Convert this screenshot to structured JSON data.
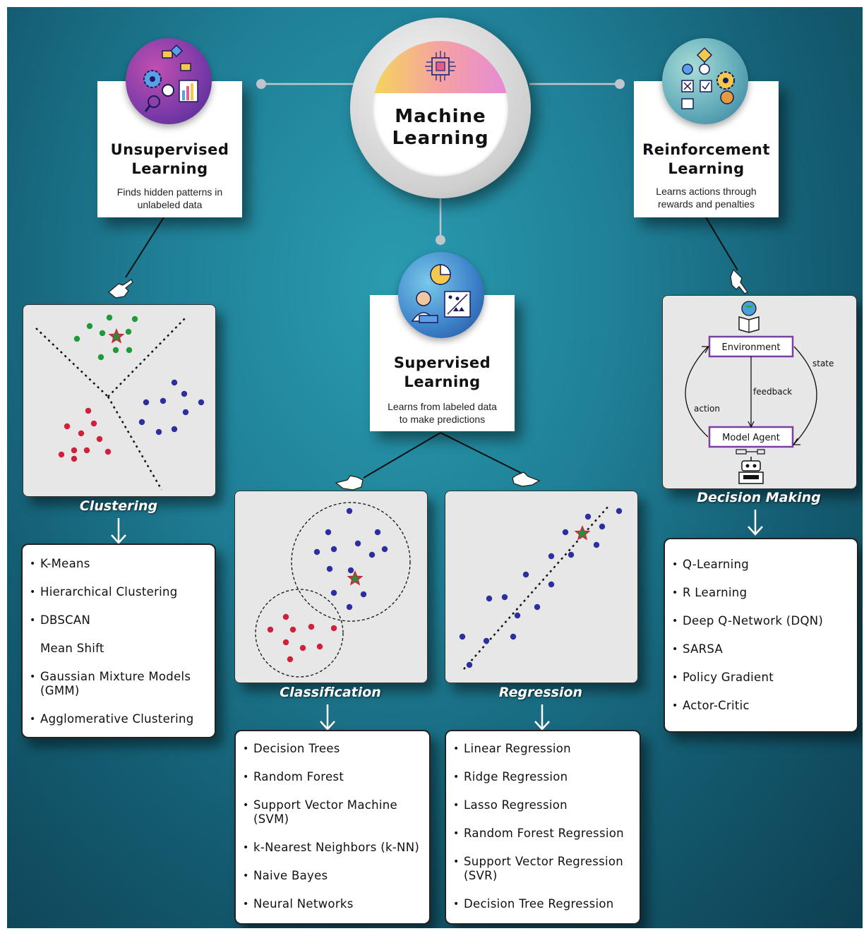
{
  "center": {
    "title_line1": "Machine",
    "title_line2": "Learning"
  },
  "unsupervised": {
    "title_line1": "Unsupervised",
    "title_line2": "Learning",
    "desc_line1": "Finds hidden patterns in",
    "desc_line2": "unlabeled data",
    "caption": "Clustering",
    "items": [
      {
        "text": "K-Means",
        "bullet": "•"
      },
      {
        "text": "Hierarchical Clustering",
        "bullet": "•"
      },
      {
        "text": "DBSCAN",
        "bullet": "•"
      },
      {
        "text": "Mean Shift",
        "bullet": ""
      },
      {
        "text": "Gaussian Mixture Models (GMM)",
        "bullet": "•"
      },
      {
        "text": "Agglomerative Clustering",
        "bullet": "•"
      }
    ]
  },
  "supervised": {
    "title_line1": "Supervised",
    "title_line2": "Learning",
    "desc_line1": "Learns from labeled data",
    "desc_line2": "to make predictions"
  },
  "classification": {
    "caption": "Classification",
    "items": [
      {
        "text": "Decision Trees",
        "bullet": "•"
      },
      {
        "text": "Random Forest",
        "bullet": "•"
      },
      {
        "text": "Support Vector Machine (SVM)",
        "bullet": "•"
      },
      {
        "text": "k-Nearest Neighbors (k-NN)",
        "bullet": "•"
      },
      {
        "text": "Naive Bayes",
        "bullet": "•"
      },
      {
        "text": "Neural Networks",
        "bullet": "•"
      }
    ]
  },
  "regression": {
    "caption": "Regression",
    "items": [
      {
        "text": "Linear Regression",
        "bullet": "•"
      },
      {
        "text": "Ridge Regression",
        "bullet": "•"
      },
      {
        "text": "Lasso Regression",
        "bullet": "•"
      },
      {
        "text": "Random Forest Regression",
        "bullet": "•"
      },
      {
        "text": "Support Vector Regression (SVR)",
        "bullet": "•"
      },
      {
        "text": "Decision Tree Regression",
        "bullet": "•"
      }
    ]
  },
  "reinforcement": {
    "title_line1": "Reinforcement",
    "title_line2": "Learning",
    "desc_line1": "Learns actions through",
    "desc_line2": "rewards and penalties",
    "caption": "Decision Making",
    "diagram": {
      "environment": "Environment",
      "agent": "Model Agent",
      "state": "state",
      "feedback": "feedback",
      "action": "action"
    },
    "items": [
      {
        "text": "Q-Learning",
        "bullet": "•"
      },
      {
        "text": "R Learning",
        "bullet": "•"
      },
      {
        "text": "Deep Q-Network (DQN)",
        "bullet": "•"
      },
      {
        "text": "SARSA",
        "bullet": "•"
      },
      {
        "text": "Policy Gradient",
        "bullet": "•"
      },
      {
        "text": "Actor-Critic",
        "bullet": "•"
      }
    ]
  },
  "colors": {
    "green": "#1f9a3a",
    "blue": "#2b2fa0",
    "red": "#d0203a",
    "star": "#2e8b3a",
    "star_edge": "#d0203a",
    "agent_box": "#7b3fa0"
  },
  "icons": {
    "center": "chip-icon",
    "unsupervised": "flowchart-gears-icon",
    "supervised": "analyst-chart-icon",
    "reinforcement": "decision-flow-icon",
    "pointer": "pointing-hand-icon",
    "arrow": "down-arrow-icon"
  }
}
